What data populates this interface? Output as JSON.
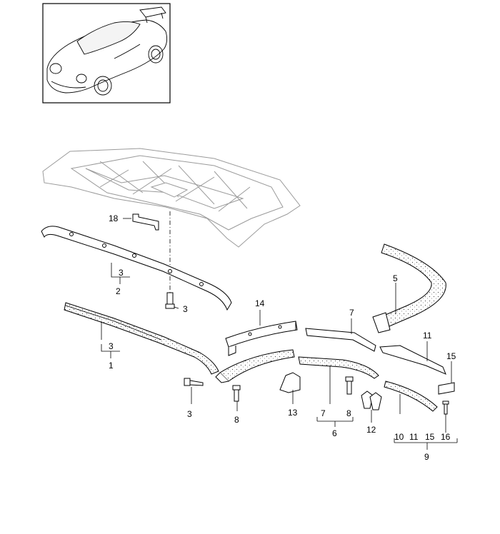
{
  "diagram": {
    "callouts": {
      "c18": "18",
      "c3a": "3",
      "c2": "2",
      "c3b": "3",
      "c3c": "3",
      "c1": "1",
      "c3d": "3",
      "c14": "14",
      "c8a": "8",
      "c13": "13",
      "c7a": "7",
      "c7b": "7",
      "c8b": "8",
      "c6": "6",
      "c12": "12",
      "c5": "5",
      "c11": "11",
      "c15": "15",
      "c10": "10",
      "c11b": "11",
      "c15b": "15",
      "c16": "16",
      "c9": "9"
    }
  }
}
